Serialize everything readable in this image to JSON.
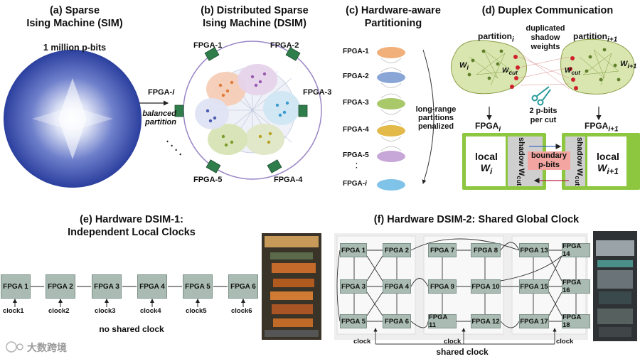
{
  "panels": {
    "a": {
      "title_line1": "(a) Sparse",
      "title_line2": "Ising Machine (SIM)",
      "pbits": "1 million p-bits"
    },
    "b": {
      "title_line1": "(b) Distributed Sparse",
      "title_line2": "Ising Machine (DSIM)",
      "fpgas": [
        "FPGA-1",
        "FPGA-2",
        "FPGA-3",
        "FPGA-4",
        "FPGA-5"
      ],
      "fpga_i": "FPGA-",
      "fpga_i_sub": "i",
      "balanced_1": "balanced",
      "balanced_2": "partition",
      "dots": "· · · ·"
    },
    "c": {
      "title_line1": "(c) Hardware-aware",
      "title_line2": "Partitioning",
      "rows": [
        "FPGA-1",
        "FPGA-2",
        "FPGA-3",
        "FPGA-4",
        "FPGA-5"
      ],
      "row_i": "FPGA-",
      "row_i_sub": "i",
      "dots": "·",
      "note_1": "long-range",
      "note_2": "partitions",
      "note_3": "penalized"
    },
    "d": {
      "title": "(d) Duplex Communication",
      "partition_i": "partition",
      "partition_i_sub": "i",
      "partition_i1": "partition",
      "partition_i1_sub": "i+1",
      "dup_1": "duplicated",
      "dup_2": "shadow",
      "dup_3": "weights",
      "wi": "W",
      "wi_sub": "i",
      "wcut": "W",
      "wcut_sub": "cut",
      "wi1": "W",
      "wi1_sub": "i+1",
      "per_cut_1": "2 p-bits",
      "per_cut_2": "per cut",
      "fpga_i": "FPGA",
      "fpga_i_sub": "i",
      "fpga_i1": "FPGA",
      "fpga_i1_sub": "i+1",
      "local": "local",
      "shadow": "shadow W",
      "shadow_sub": "cut",
      "boundary_1": "boundary",
      "boundary_2": "p-bits"
    },
    "e": {
      "title_line1": "(e) Hardware DSIM-1:",
      "title_line2": "Independent Local Clocks",
      "fpgas": [
        "FPGA 1",
        "FPGA 2",
        "FPGA 3",
        "FPGA 4",
        "FPGA 5",
        "FPGA 6"
      ],
      "clocks": [
        "clock1",
        "clock2",
        "clock3",
        "clock4",
        "clock5",
        "clock6"
      ],
      "note": "no shared clock"
    },
    "f": {
      "title": "(f) Hardware DSIM-2: Shared Global Clock",
      "fpgas": [
        "FPGA 1",
        "FPGA 2",
        "FPGA 3",
        "FPGA 4",
        "FPGA 5",
        "FPGA 6",
        "FPGA 7",
        "FPGA 8",
        "FPGA 9",
        "FPGA 10",
        "FPGA 11",
        "FPGA 12",
        "FPGA 13",
        "FPGA 14",
        "FPGA 15",
        "FPGA 16",
        "FPGA 17",
        "FPGA 18"
      ],
      "clock": "clock",
      "shared": "shared clock"
    }
  },
  "watermark": "大数跨境",
  "colors": {
    "sim_blue": "#3a4fb0",
    "partition_green": "#d9e6b0",
    "box_green": "#8dc63f",
    "node_red": "#d0202c",
    "fpga_box": "#a9bbb2",
    "boundary": "#f3a6a1"
  }
}
